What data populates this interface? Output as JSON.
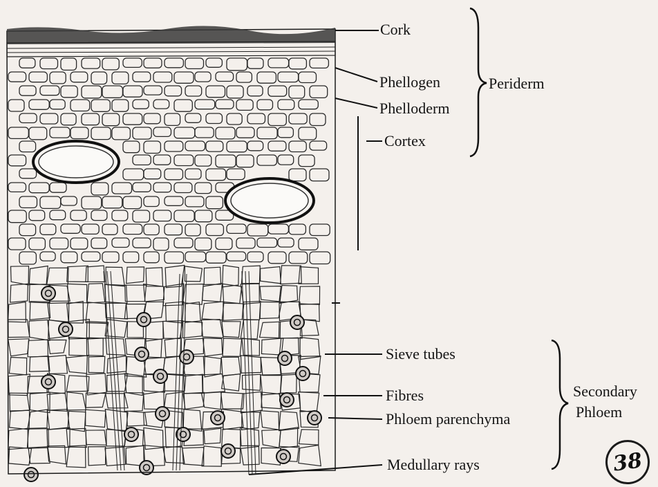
{
  "labels": {
    "cork": "Cork",
    "phellogen": "Phellogen",
    "phelloderm": "Phelloderm",
    "periderm": "Periderm",
    "cortex": "Cortex",
    "sieve_tubes": "Sieve tubes",
    "fibres": "Fibres",
    "phloem_parenchyma": "Phloem parenchyma",
    "medullary_rays": "Medullary rays",
    "secondary_phloem_line1": "Secondary",
    "secondary_phloem_line2": "Phloem"
  },
  "page_number_stamp": "38",
  "colors": {
    "ink": "#141414",
    "paper": "#f4f0ec",
    "bleed_through": "#d9cfc9"
  }
}
